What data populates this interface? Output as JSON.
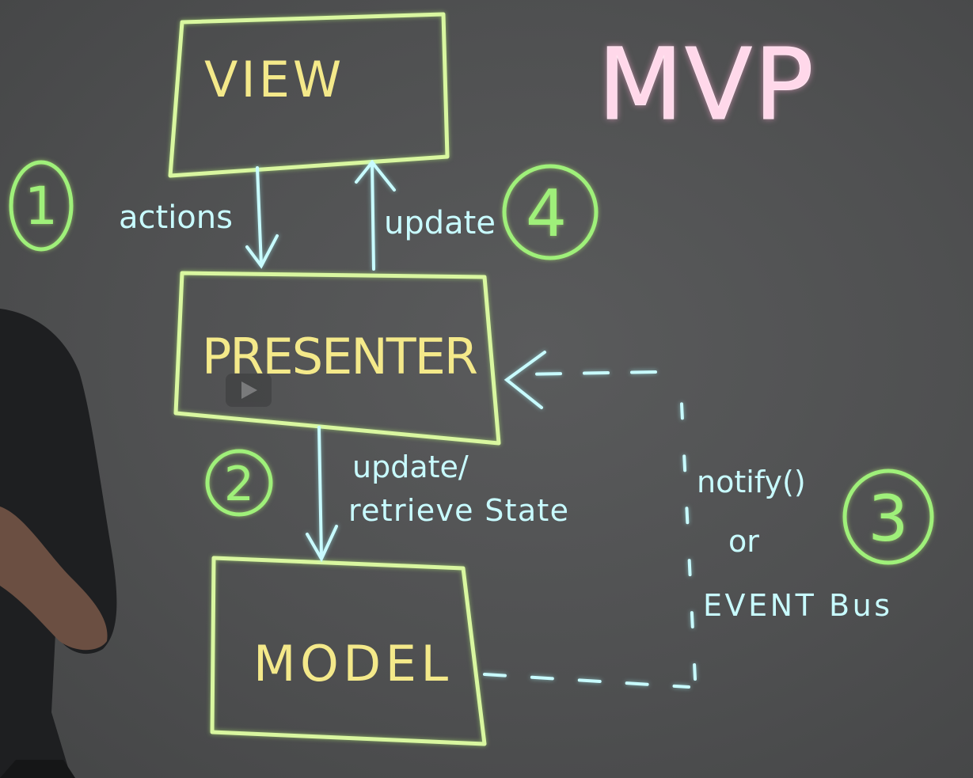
{
  "title": "MVP",
  "boxes": {
    "view": "VIEW",
    "presenter": "PRESENTER",
    "model": "MODEL"
  },
  "arrows": {
    "actions": "actions",
    "update_view": "update",
    "update_state_line1": "update/",
    "update_state_line2": "retrieve State",
    "notify_line1": "notify()",
    "notify_line2": "or",
    "notify_line3": "EVENT Bus"
  },
  "steps": [
    "1",
    "2",
    "3",
    "4"
  ],
  "colors": {
    "board": "#4f5051",
    "box_outline": "#d9f7a0",
    "box_text": "#f4e98a",
    "arrow": "#c8fbff",
    "step_circle": "#9ff07a",
    "title": "#ffd8ea"
  }
}
